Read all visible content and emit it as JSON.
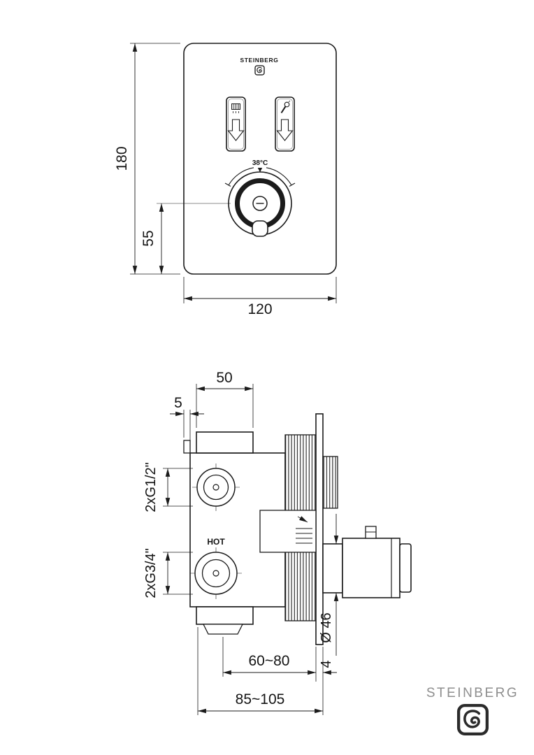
{
  "front_view": {
    "brand_label": "STEINBERG",
    "temperature_label": "38°C",
    "dims": {
      "height": "180",
      "knob_offset": "55",
      "width": "120"
    }
  },
  "side_view": {
    "hot_label": "HOT",
    "dims": {
      "flange_width": "50",
      "lip": "5",
      "upper_connections": "2xG1/2\"",
      "lower_connections": "2xG3/4\"",
      "install_depth": "60~80",
      "overall_depth": "85~105",
      "trim_diameter": "Ø 46",
      "plate_thickness": "4"
    }
  },
  "footer": {
    "brand": "STEINBERG"
  }
}
